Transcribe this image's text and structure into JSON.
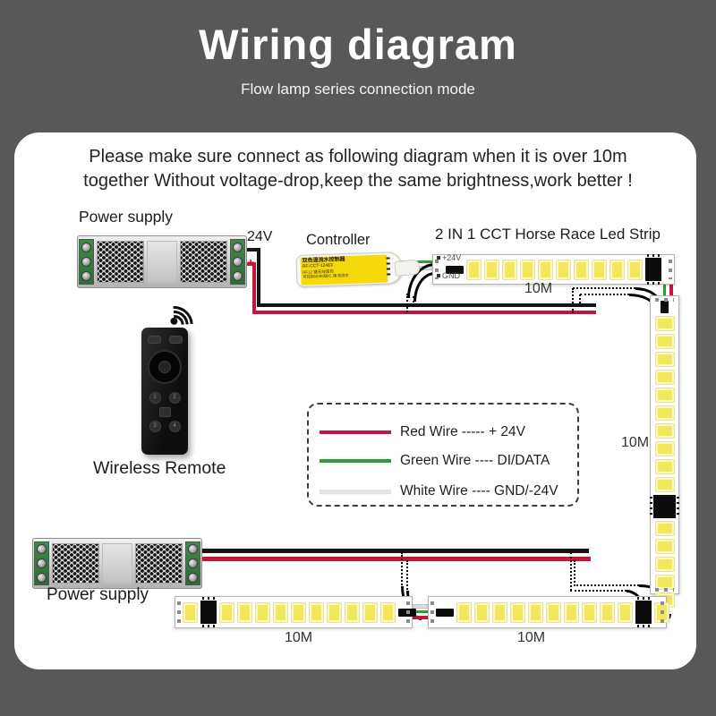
{
  "header": {
    "title": "Wiring diagram",
    "subtitle": "Flow lamp series connection mode"
  },
  "notice": {
    "line1": "Please make sure connect as following diagram when it is over 10m",
    "line2": "together Without voltage-drop,keep the same brightness,work better !"
  },
  "power_supply_top": {
    "label": "Power supply",
    "voltage": "24V",
    "minus": "-",
    "plus": "+"
  },
  "power_supply_bottom": {
    "label": "Power supply"
  },
  "controller": {
    "label": "Controller",
    "sticker_line1": "双色温流水控制器",
    "sticker_line2": "RF-CCT-124EF",
    "sticker_line3": "RF12 键无线遥控",
    "sticker_line4": "可控制4096级IC,串流流水"
  },
  "remote": {
    "label": "Wireless Remote",
    "buttons": [
      "1",
      "2",
      "3",
      "4"
    ]
  },
  "strip_section": {
    "title": "2 IN 1 CCT Horse Race Led Strip",
    "plus_label": "+24V",
    "gnd_label": "GND"
  },
  "strips": {
    "top": {
      "length_label": "10M",
      "cells": [
        "res",
        "led",
        "led",
        "led",
        "led",
        "led",
        "led",
        "led",
        "led",
        "led",
        "led",
        "ic"
      ]
    },
    "right": {
      "length_label": "10M",
      "cells": [
        "res",
        "led",
        "led",
        "led",
        "led",
        "led",
        "led",
        "led",
        "led",
        "led",
        "led",
        "ic",
        "led",
        "led",
        "led",
        "led",
        "led"
      ]
    },
    "bottom_left": {
      "length_label": "10M",
      "cells": [
        "led",
        "ic",
        "led",
        "led",
        "led",
        "led",
        "led",
        "led",
        "led",
        "led",
        "led",
        "led",
        "res"
      ]
    },
    "bottom_right": {
      "length_label": "10M",
      "cells": [
        "res",
        "led",
        "led",
        "led",
        "led",
        "led",
        "led",
        "led",
        "led",
        "led",
        "led",
        "ic",
        "led"
      ]
    }
  },
  "legend": {
    "items": [
      {
        "name": "red-wire",
        "color": "#c4163c",
        "label": "Red Wire ----- + 24V"
      },
      {
        "name": "green-wire",
        "color": "#2e9e2e",
        "label": "Green Wire ---- DI/DATA"
      },
      {
        "name": "white-wire",
        "color": "#e4e4e4",
        "label": "White Wire ---- GND/-24V"
      }
    ]
  },
  "colors": {
    "background": "#595759",
    "panel": "#ffffff",
    "red_wire": "#c4163c",
    "green_wire": "#2e9e2e",
    "white_wire": "#e4e4e4",
    "black_wire": "#141414",
    "led_yellow": "#f3e75c",
    "controller_sticker": "#f6d90a"
  }
}
